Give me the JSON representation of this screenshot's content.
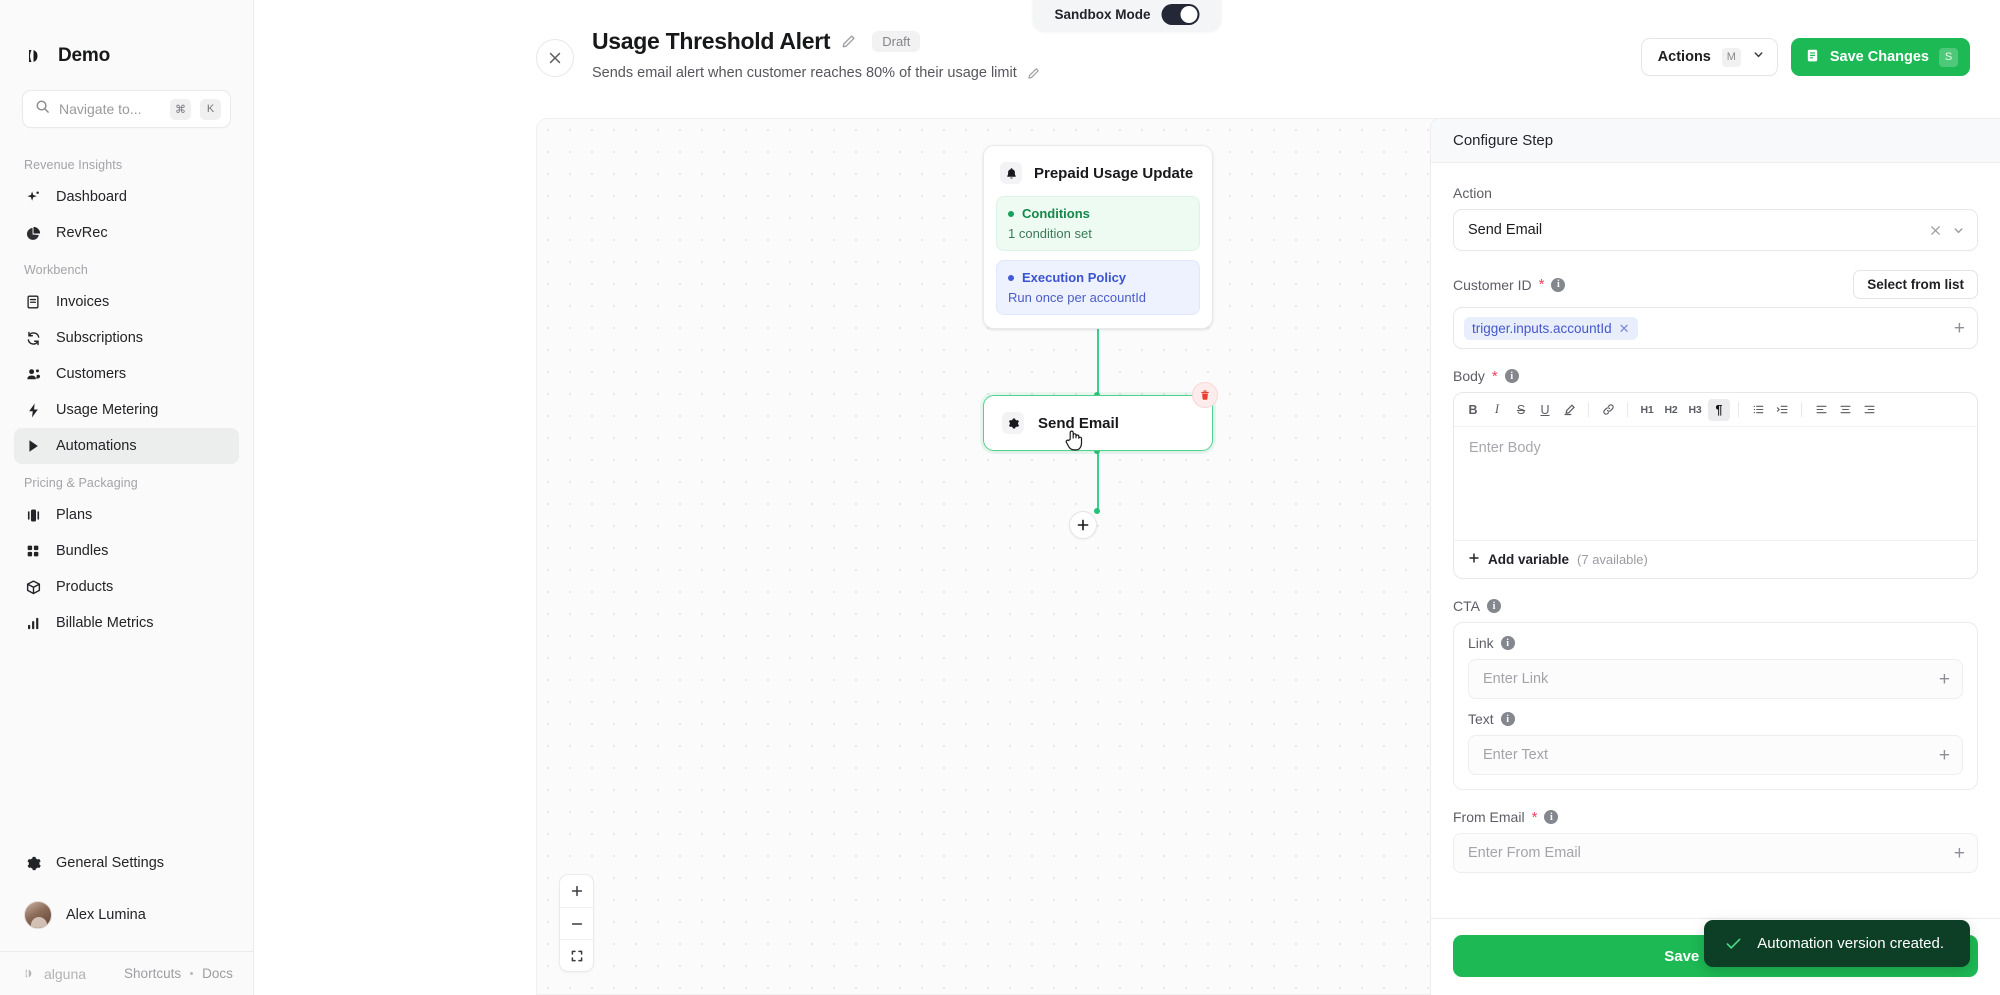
{
  "sidebar": {
    "brand": "Demo",
    "search": {
      "placeholder": "Navigate to...",
      "kbd1": "⌘",
      "kbd2": "K"
    },
    "sections": [
      {
        "label": "Revenue Insights",
        "items": [
          {
            "label": "Dashboard",
            "icon": "sparkle-icon",
            "active": false
          },
          {
            "label": "RevRec",
            "icon": "pie-chart-icon",
            "active": false
          }
        ]
      },
      {
        "label": "Workbench",
        "items": [
          {
            "label": "Invoices",
            "icon": "invoice-icon",
            "active": false
          },
          {
            "label": "Subscriptions",
            "icon": "refresh-icon",
            "active": false
          },
          {
            "label": "Customers",
            "icon": "users-icon",
            "active": false
          },
          {
            "label": "Usage Metering",
            "icon": "bolt-icon",
            "active": false
          },
          {
            "label": "Automations",
            "icon": "play-icon",
            "active": true
          }
        ]
      },
      {
        "label": "Pricing & Packaging",
        "items": [
          {
            "label": "Plans",
            "icon": "plans-icon",
            "active": false
          },
          {
            "label": "Bundles",
            "icon": "grid-icon",
            "active": false
          },
          {
            "label": "Products",
            "icon": "box-icon",
            "active": false
          },
          {
            "label": "Billable Metrics",
            "icon": "bar-chart-icon",
            "active": false
          }
        ]
      }
    ],
    "settings": {
      "label": "General Settings",
      "icon": "gear-icon"
    },
    "user": {
      "name": "Alex Lumina"
    },
    "footer": {
      "brand": "alguna",
      "links": [
        "Shortcuts",
        "Docs"
      ]
    }
  },
  "topbar": {
    "sandbox_label": "Sandbox Mode",
    "sandbox_on": true,
    "title": "Usage Threshold Alert",
    "status_badge": "Draft",
    "subtitle": "Sends email alert when customer reaches 80% of their usage limit",
    "actions_label": "Actions",
    "actions_kbd": "M",
    "save_label": "Save Changes",
    "save_kbd": "S"
  },
  "canvas": {
    "trigger_node": {
      "title": "Prepaid Usage Update",
      "icon": "bell-icon",
      "chips": [
        {
          "title": "Conditions",
          "subtitle": "1 condition set",
          "tone": "green"
        },
        {
          "title": "Execution Policy",
          "subtitle": "Run once per accountId",
          "tone": "blue"
        }
      ]
    },
    "action_node": {
      "title": "Send Email",
      "icon": "gear-icon"
    },
    "zoom_controls": [
      "zoom-in",
      "zoom-out",
      "fit-view"
    ]
  },
  "panel": {
    "header": "Configure Step",
    "action": {
      "label": "Action",
      "value": "Send Email"
    },
    "customer_id": {
      "label": "Customer ID",
      "required": true,
      "select_from_list": "Select from list",
      "token": "trigger.inputs.accountId"
    },
    "body": {
      "label": "Body",
      "required": true,
      "placeholder": "Enter Body",
      "toolbar": [
        "bold",
        "italic",
        "strikethrough",
        "underline",
        "highlight",
        "link",
        "h1",
        "h2",
        "h3",
        "paragraph",
        "bullet-list",
        "indent-list",
        "align-left",
        "align-center",
        "align-right"
      ],
      "toolbar_labels": {
        "bold": "B",
        "italic": "I",
        "strikethrough": "S",
        "underline": "U",
        "h1": "H1",
        "h2": "H2",
        "h3": "H3",
        "paragraph": "¶"
      },
      "add_variable": "Add variable",
      "available_count": "(7 available)"
    },
    "cta": {
      "label": "CTA",
      "link": {
        "label": "Link",
        "placeholder": "Enter Link"
      },
      "text": {
        "label": "Text",
        "placeholder": "Enter Text"
      }
    },
    "from_email": {
      "label": "From Email",
      "required": true,
      "placeholder": "Enter From Email"
    },
    "save_label": "Save Changes"
  },
  "toast": {
    "message": "Automation version created."
  },
  "colors": {
    "accent_green": "#1db954",
    "node_green": "#37d18b",
    "token_blue": "#4458cc",
    "required_red": "#f0415c",
    "toast_bg": "#0c3f25"
  }
}
